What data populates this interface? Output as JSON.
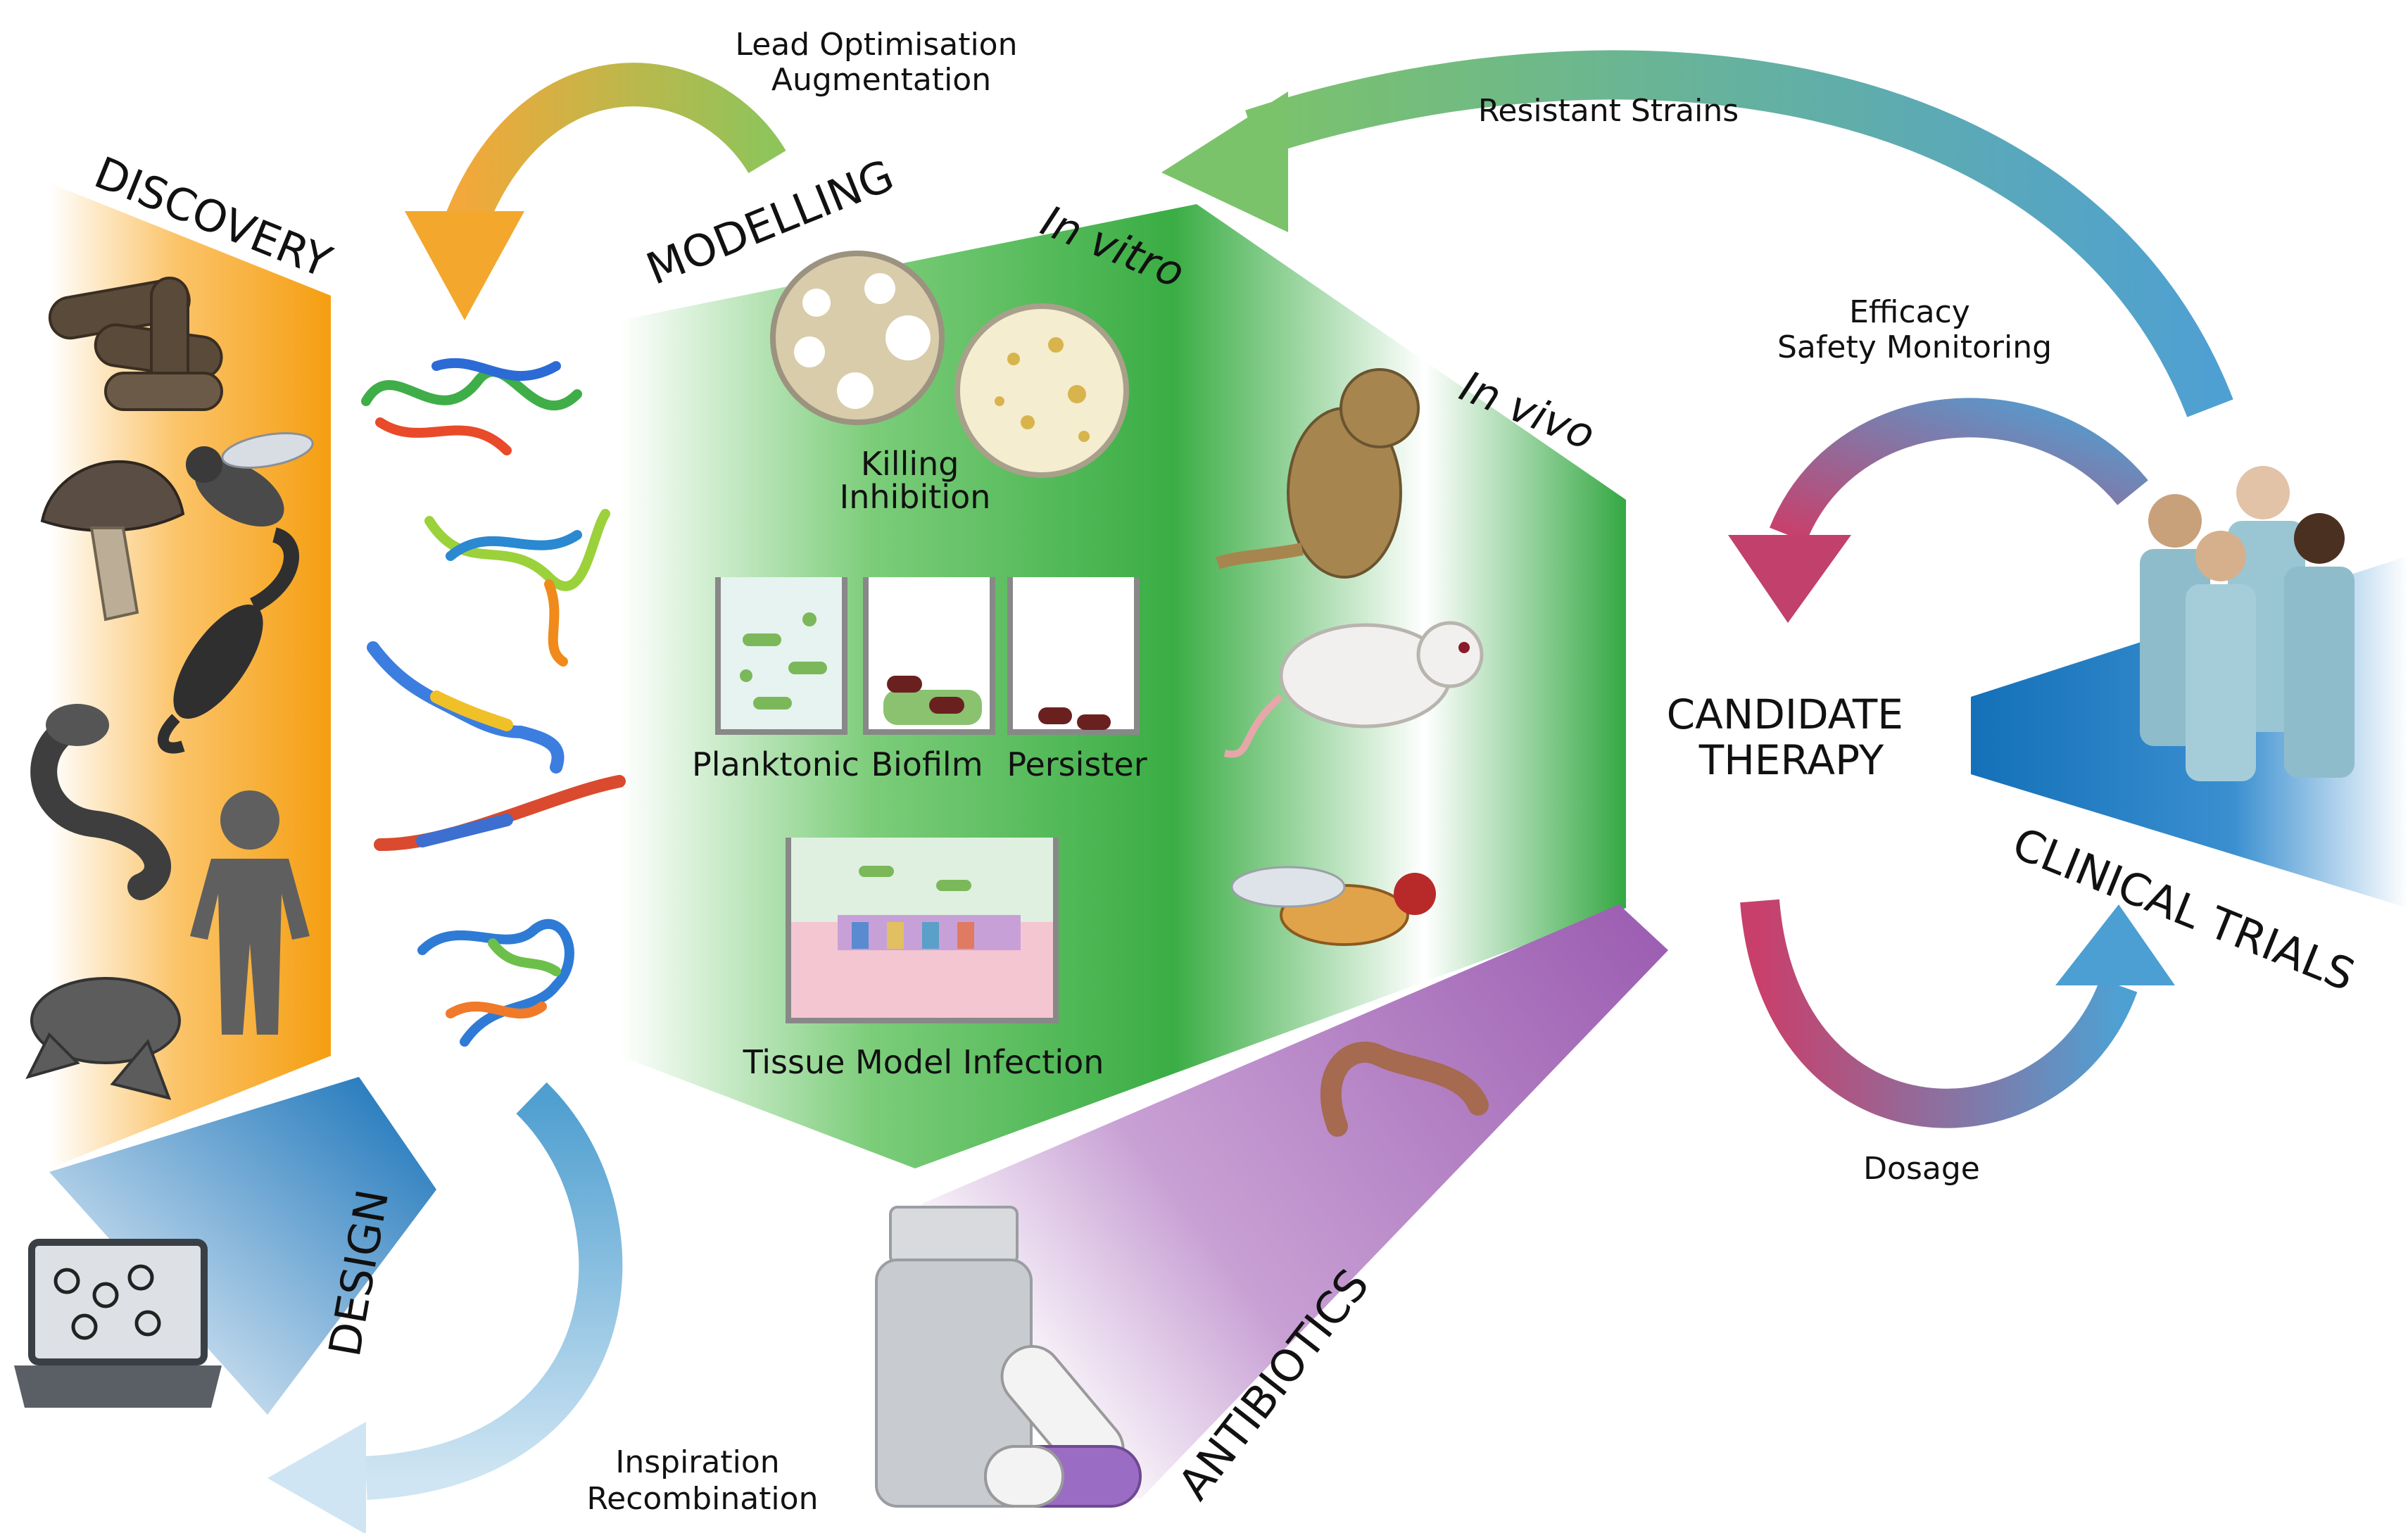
{
  "labels": {
    "discovery": "DISCOVERY",
    "modelling": "MODELLING",
    "in_vitro": "In vitro",
    "in_vivo": "In vivo",
    "design": "DESIGN",
    "antibiotics": "ANTIBIOTICS",
    "clinical_trials": "CLINICAL TRIALS",
    "candidate_line1": "CANDIDATE",
    "candidate_line2": "THERAPY"
  },
  "loops": {
    "lead_line1": "Lead Optimisation",
    "lead_line2": "Augmentation",
    "resistant": "Resistant Strains",
    "efficacy_line1": "Efficacy",
    "efficacy_line2": "Safety Monitoring",
    "dosage": "Dosage",
    "inspiration_line1": "Inspiration",
    "inspiration_line2": "Recombination"
  },
  "assays": {
    "killing": "Killing",
    "inhibition": "Inhibition",
    "planktonic": "Planktonic",
    "biofilm": "Biofilm",
    "persister": "Persister",
    "tissue": "Tissue Model Infection"
  },
  "colors": {
    "discovery_orange": "#f7a21a",
    "modelling_green": "#3fae49",
    "design_blue": "#1a76bf",
    "antibiotics_purple": "#9a5bb0",
    "arrow_orange": "#f2a83a",
    "arrow_green": "#7cbf6a",
    "arrow_blue": "#5aa4cf",
    "arrow_magenta": "#c93f6b"
  },
  "icons": [
    "bacteria-icon",
    "mushroom-icon",
    "bee-icon",
    "scorpion-icon",
    "snake-icon",
    "human-icon",
    "frog-icon",
    "protein-icon",
    "petri-dish-icon",
    "beaker-icon",
    "transwell-icon",
    "monkey-icon",
    "mouse-icon",
    "fly-icon",
    "worm-icon",
    "laptop-icon",
    "pill-bottle-icon",
    "capsule-icon",
    "patients-icon"
  ]
}
